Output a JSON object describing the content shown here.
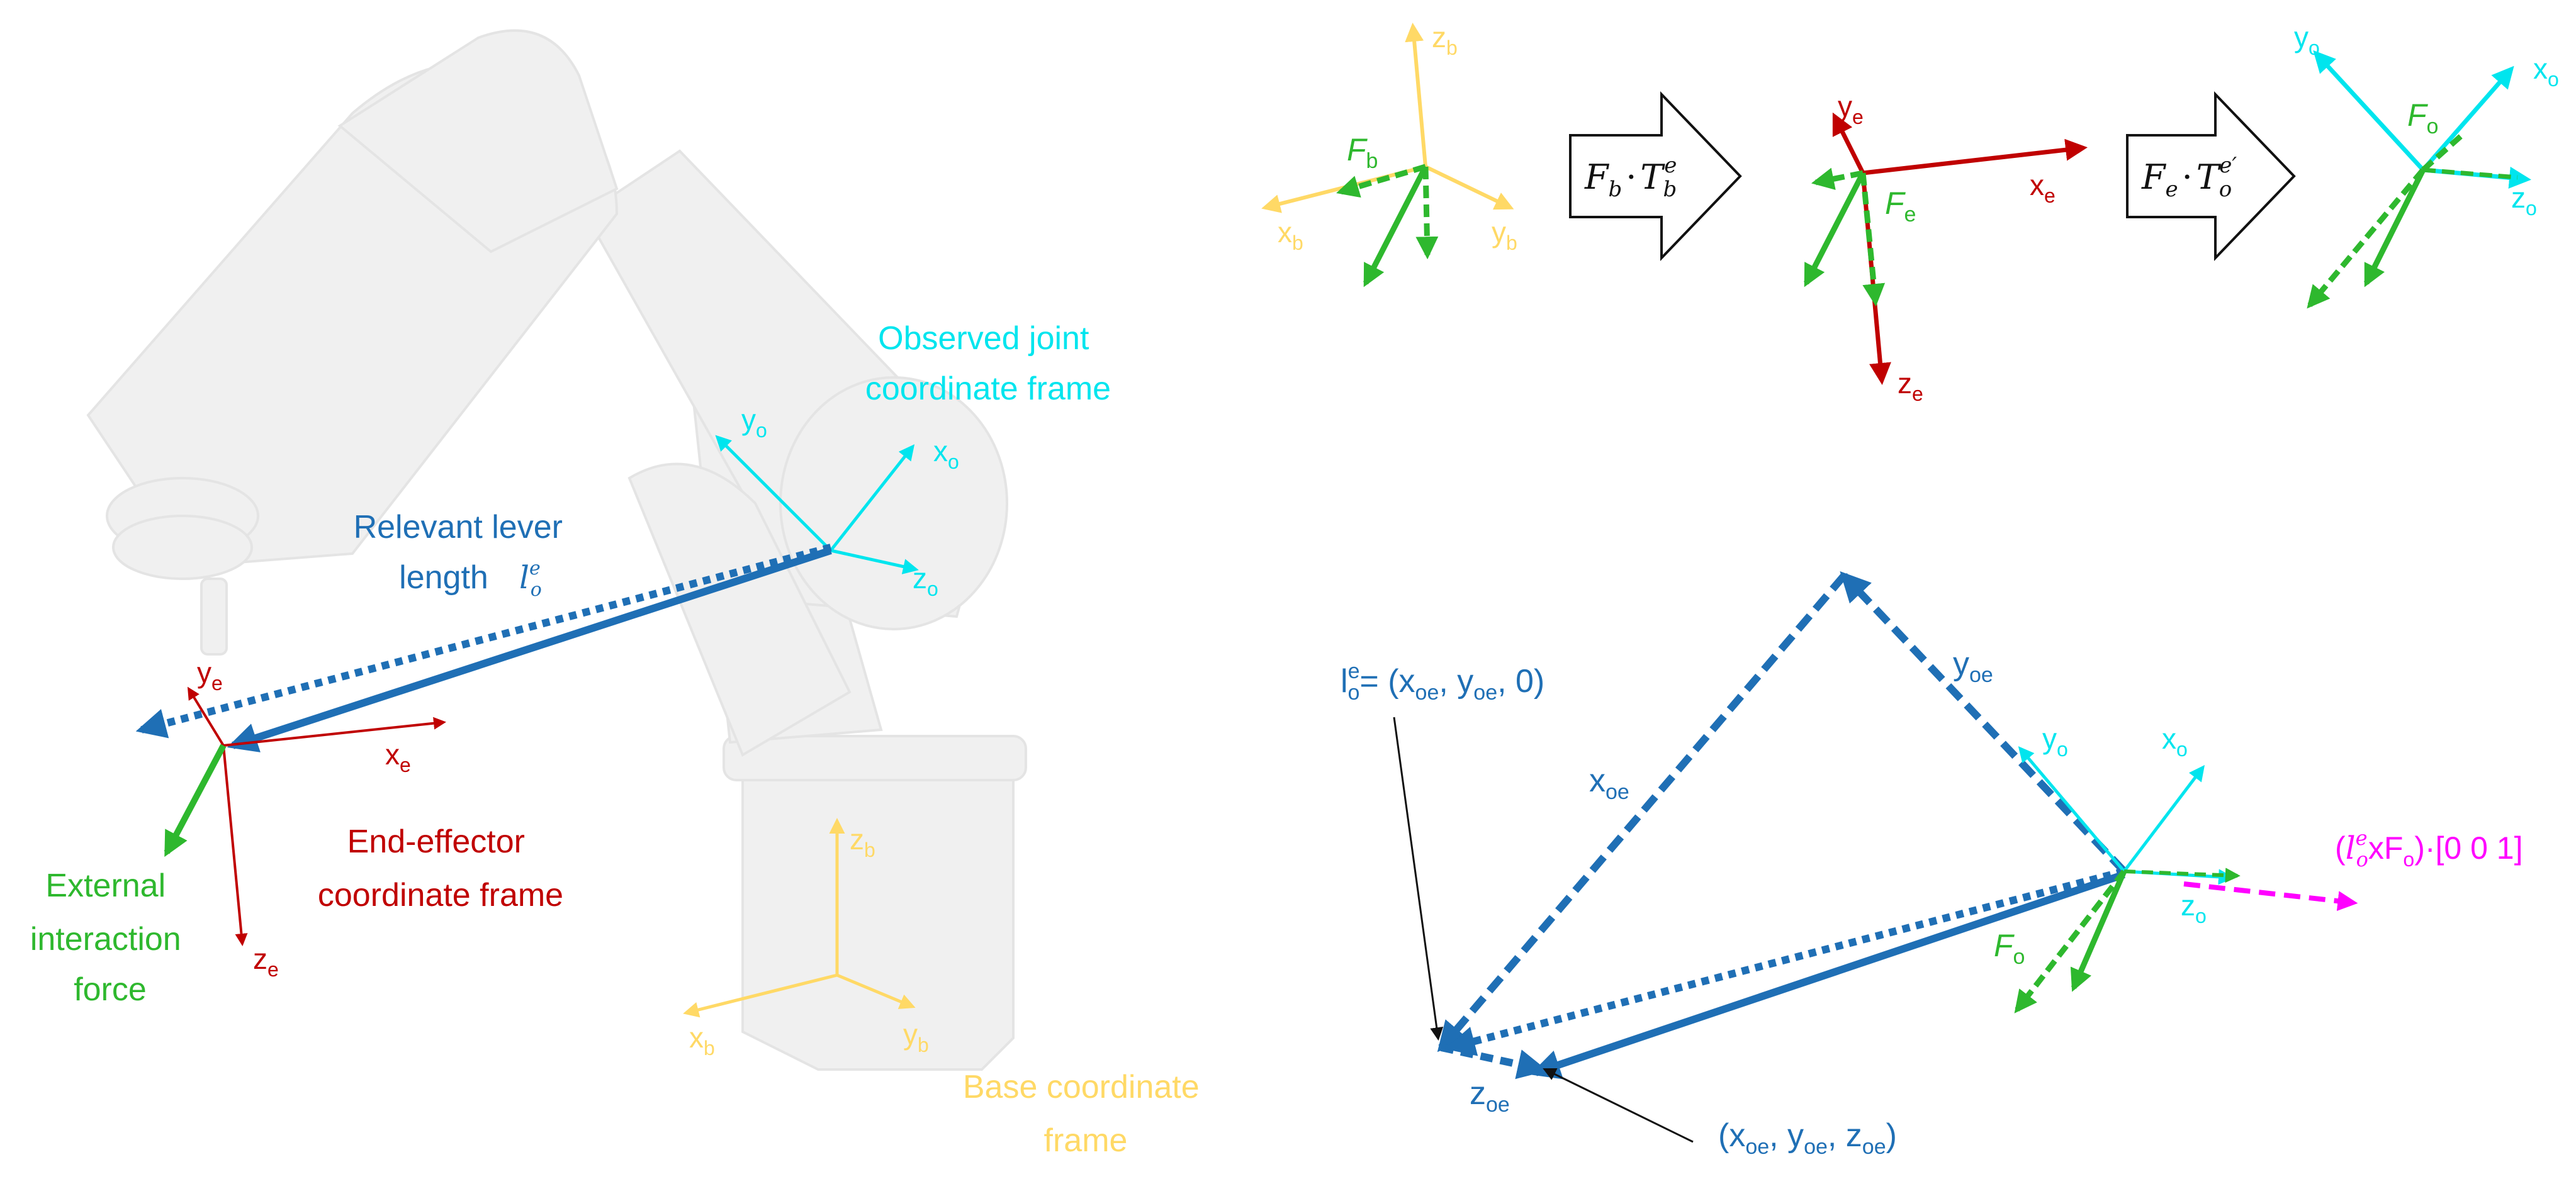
{
  "colors": {
    "cyan": "#00e5ee",
    "yellow": "#ffd966",
    "red": "#c00000",
    "green": "#2eb82e",
    "blue": "#1f6fb5",
    "magenta": "#ff00ff",
    "robot": "#f0f0f0"
  },
  "left": {
    "observed_label_1": "Observed joint",
    "observed_label_2": "coordinate frame",
    "lever_label_1": "Relevant lever",
    "lever_label_2": "length",
    "lever_sym": "l",
    "lever_sup": "e",
    "lever_sub": "o",
    "ee_label_1": "End-effector",
    "ee_label_2": "coordinate frame",
    "force_label_1": "External",
    "force_label_2": "interaction",
    "force_label_3": "force",
    "base_label_1": "Base coordinate",
    "base_label_2": "frame",
    "axes": {
      "yo": "y",
      "xo": "x",
      "zo": "z",
      "o": "o",
      "ye": "y",
      "xe": "x",
      "ze": "z",
      "e": "e",
      "zb": "z",
      "xb": "x",
      "yb": "y",
      "b": "b"
    }
  },
  "top": {
    "fb": "F",
    "fb_sub": "b",
    "fe": "F",
    "fe_sub": "e",
    "fo": "F",
    "fo_sub": "o",
    "arrow1": {
      "a": "F",
      "a_sub": "b",
      "dot": "·",
      "b": "T",
      "b_sub": "b",
      "b_sup": "e"
    },
    "arrow2": {
      "a": "F",
      "a_sub": "e",
      "dot": "·",
      "b": "T",
      "b_sub": "o",
      "b_sup": "e′"
    }
  },
  "bottom": {
    "lever_eq_pre": "l",
    "lever_eq_sup": "e",
    "lever_eq_sub": "o",
    "lever_eq_rest": "= (x",
    "oe": "oe",
    "comma_y": ", y",
    "zero": ", 0)",
    "xoe": "x",
    "yoe": "y",
    "zoe": "z",
    "point_label_open": "(x",
    "point_y": ", y",
    "point_z": ", z",
    "point_close": ")",
    "yo": "y",
    "xo": "x",
    "zo": "z",
    "o": "o",
    "fo": "F",
    "fo_sub": "o",
    "torque_pre": "(",
    "torque_l": "l",
    "torque_l_sup": "e",
    "torque_l_sub": "o",
    "torque_x": "x",
    "torque_f": "F",
    "torque_f_sub": "o",
    "torque_post": ")·[0 0 1]"
  }
}
